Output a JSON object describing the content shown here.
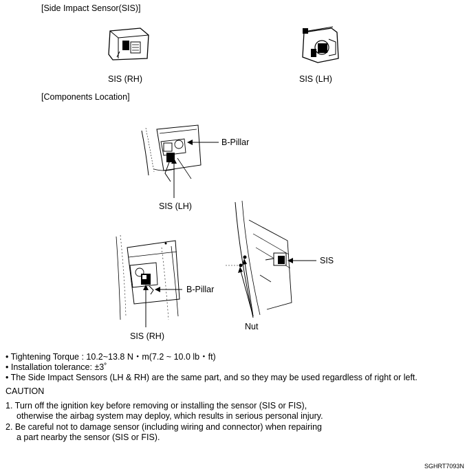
{
  "sections": {
    "sensor_heading": "[Side Impact Sensor(SIS)]",
    "location_heading": "[Components Location]"
  },
  "figures": {
    "sis_rh_caption": "SIS (RH)",
    "sis_lh_caption": "SIS (LH)",
    "lh_install": {
      "b_pillar_label": "B-Pillar",
      "sis_label": "SIS (LH)"
    },
    "rh_install": {
      "b_pillar_label": "B-Pillar",
      "sis_label": "SIS (RH)"
    },
    "side_view": {
      "sis_label": "SIS",
      "nut_label": "Nut"
    }
  },
  "notes": [
    "• Tightening Torque : 10.2~13.8 N・m(7.2 ~ 10.0 lb・ft)",
    "• Installation tolerance: ±3˚",
    "• The Side Impact Sensors (LH & RH) are the same part, and so they may be used regardless of right or left."
  ],
  "caution": {
    "title": "CAUTION",
    "items": [
      {
        "line1": "1. Turn off the ignition key before removing or installing the sensor (SIS or FIS),",
        "line2": "otherwise the airbag system may deploy, which results in serious personal injury."
      },
      {
        "line1": "2. Be careful not to damage sensor (including wiring and connector) when repairing",
        "line2": "a part nearby the sensor (SIS or FIS)."
      }
    ]
  },
  "figure_code": "SGHRT7093N"
}
